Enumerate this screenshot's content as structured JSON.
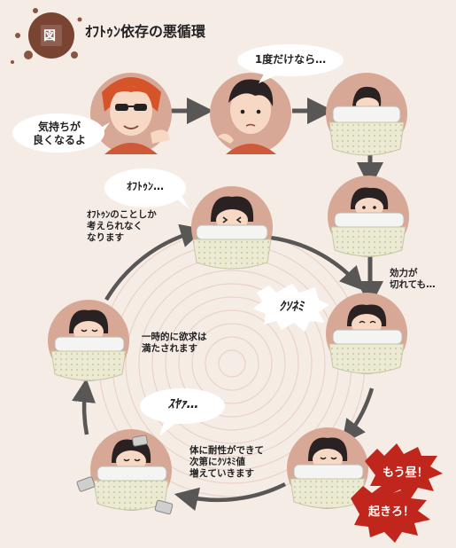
{
  "header": {
    "fig_label": "図",
    "title": "ｵﾌﾄｩﾝ依存の悪循環"
  },
  "speech": {
    "feel_good": [
      "気持ちが",
      "良くなるよ"
    ],
    "just_once": "1度だけなら…",
    "offuton": "ｵﾌﾄｩﾝ…",
    "kunemi": "ｸｿﾈﾐ",
    "syaa": "ｽﾔｧ…"
  },
  "notes": {
    "only_futon": [
      "ｵﾌﾄｩﾝのことしか",
      "考えられなく",
      "なります"
    ],
    "wears_off": [
      "効力が",
      "切れても…"
    ],
    "satisfied": [
      "一時的に欲求は",
      "満たされます"
    ],
    "tolerance": [
      "体に耐性ができて",
      "次第にｸｿﾈﾐ値",
      "増えていきます"
    ]
  },
  "alerts": {
    "noon": "もう昼！",
    "wake_up": "起きろ！"
  },
  "colors": {
    "bg": "#f6ece6",
    "circle": "#d8a896",
    "arrow": "#595656",
    "alert_red": "#c0261b",
    "fig_bg": "#6b3a2a",
    "futon": "#e9e5cc",
    "pillow": "#f4f4f2",
    "hair": "#2a2222",
    "skin": "#f7d8c4",
    "shirt": "#cf5a3a"
  }
}
